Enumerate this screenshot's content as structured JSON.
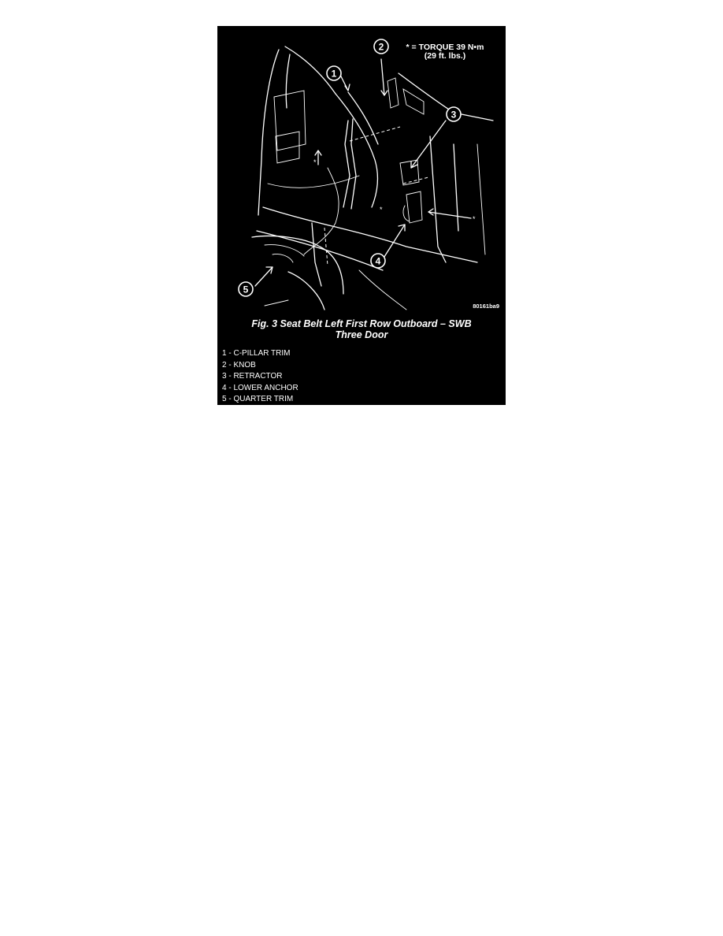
{
  "figure": {
    "torque_line1": "* = TORQUE 39 N•m",
    "torque_line2": "(29 ft. lbs.)",
    "figure_id": "80161ba9",
    "caption_line1": "Fig. 3 Seat Belt Left First Row Outboard – SWB",
    "caption_line2": "Three Door",
    "callouts": [
      "1",
      "2",
      "3",
      "4",
      "5"
    ],
    "asterisk": "*",
    "legend": [
      "1 - C-PILLAR TRIM",
      "2 - KNOB",
      "3 - RETRACTOR",
      "4 - LOWER ANCHOR",
      "5 - QUARTER TRIM"
    ]
  }
}
